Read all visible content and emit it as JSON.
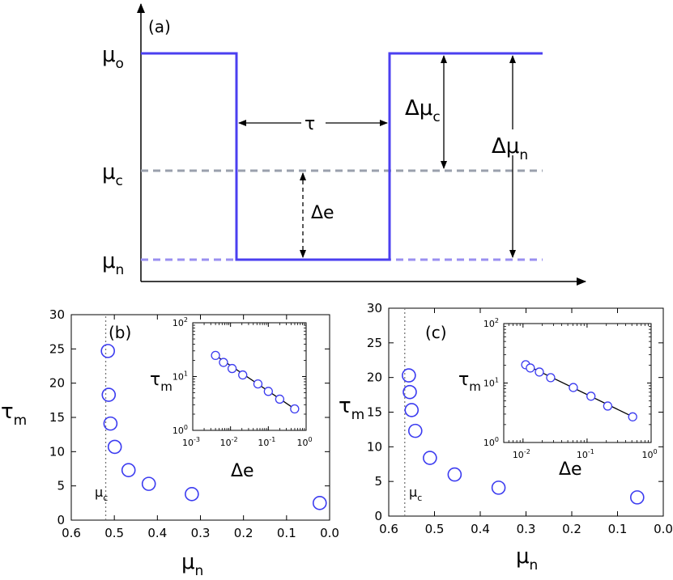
{
  "chart_data": [
    {
      "panel": "(a)",
      "type": "line",
      "labels": {
        "mu_o": "μ",
        "mu_o_sub": "o",
        "mu_c": "μ",
        "mu_c_sub": "c",
        "mu_n": "μ",
        "mu_n_sub": "n",
        "tau": "τ",
        "delta_mu_c": "Δμ",
        "delta_mu_c_sub": "c",
        "delta_mu_n": "Δμ",
        "delta_mu_n_sub": "n",
        "delta_e": "Δe"
      },
      "series": [
        {
          "style": "solid",
          "color": "#4b3ff0"
        },
        {
          "style": "dashed",
          "color": "#9aa0ad"
        },
        {
          "style": "dashed",
          "color": "#9a8ff0"
        }
      ]
    },
    {
      "panel": "(b)",
      "type": "scatter",
      "xlabel": "μ",
      "xlabel_sub": "n",
      "ylabel": "τ",
      "ylabel_sub": "m",
      "xlim": [
        0.6,
        0.0
      ],
      "ylim": [
        0,
        30
      ],
      "xticks": [
        "0.6",
        "0.5",
        "0.4",
        "0.3",
        "0.2",
        "0.1",
        "0.0"
      ],
      "yticks": [
        "0",
        "5",
        "10",
        "15",
        "20",
        "25",
        "30"
      ],
      "critical_label": "μ",
      "critical_label_sub": "c",
      "critical_x": 0.52,
      "marker_color": "#3b3bf0",
      "x": [
        0.515,
        0.513,
        0.509,
        0.499,
        0.467,
        0.42,
        0.32,
        0.023
      ],
      "y": [
        24.7,
        18.3,
        14.1,
        10.7,
        7.3,
        5.3,
        3.8,
        2.5
      ],
      "inset": {
        "xlabel": "Δe",
        "ylabel": "τ",
        "ylabel_sub": "m",
        "xscale": "log",
        "yscale": "log",
        "xlim": [
          0.001,
          1
        ],
        "ylim": [
          1,
          100
        ],
        "xticks": [
          {
            "b": "10",
            "e": "-3"
          },
          {
            "b": "10",
            "e": "-2"
          },
          {
            "b": "10",
            "e": "-1"
          },
          {
            "b": "10",
            "e": "0"
          }
        ],
        "yticks": [
          {
            "b": "10",
            "e": "0"
          },
          {
            "b": "10",
            "e": "1"
          },
          {
            "b": "10",
            "e": "2"
          }
        ],
        "x": [
          0.004,
          0.0065,
          0.011,
          0.021,
          0.053,
          0.1,
          0.2,
          0.497
        ],
        "y": [
          24.7,
          18.3,
          14.1,
          10.7,
          7.3,
          5.3,
          3.8,
          2.5
        ],
        "fit": {
          "x": [
            0.004,
            0.5
          ],
          "y": [
            24.7,
            2.5
          ]
        }
      }
    },
    {
      "panel": "(c)",
      "type": "scatter",
      "xlabel": "μ",
      "xlabel_sub": "n",
      "ylabel": "τ",
      "ylabel_sub": "m",
      "xlim": [
        0.6,
        0.0
      ],
      "ylim": [
        0,
        30
      ],
      "xticks": [
        "0.6",
        "0.5",
        "0.4",
        "0.3",
        "0.2",
        "0.1",
        "0.0"
      ],
      "yticks": [
        "0",
        "5",
        "10",
        "15",
        "20",
        "25",
        "30"
      ],
      "critical_label": "μ",
      "critical_label_sub": "c",
      "critical_x": 0.565,
      "marker_color": "#3b3bf0",
      "x": [
        0.556,
        0.554,
        0.55,
        0.542,
        0.51,
        0.456,
        0.36,
        0.057
      ],
      "y": [
        20.3,
        17.9,
        15.3,
        12.3,
        8.4,
        6.0,
        4.1,
        2.7
      ],
      "inset": {
        "xlabel": "Δe",
        "ylabel": "τ",
        "ylabel_sub": "m",
        "xscale": "log",
        "yscale": "log",
        "xlim": [
          0.005,
          1
        ],
        "ylim": [
          1,
          100
        ],
        "xticks": [
          {
            "b": "10",
            "e": "-2"
          },
          {
            "b": "10",
            "e": "-1"
          },
          {
            "b": "10",
            "e": "0"
          }
        ],
        "yticks": [
          {
            "b": "10",
            "e": "0"
          },
          {
            "b": "10",
            "e": "1"
          },
          {
            "b": "10",
            "e": "2"
          }
        ],
        "x": [
          0.011,
          0.013,
          0.018,
          0.027,
          0.061,
          0.115,
          0.21,
          0.515
        ],
        "y": [
          20.3,
          17.9,
          15.3,
          12.3,
          8.4,
          6.0,
          4.1,
          2.7
        ],
        "fit": {
          "x": [
            0.011,
            0.52
          ],
          "y": [
            20.3,
            2.7
          ]
        }
      }
    }
  ]
}
